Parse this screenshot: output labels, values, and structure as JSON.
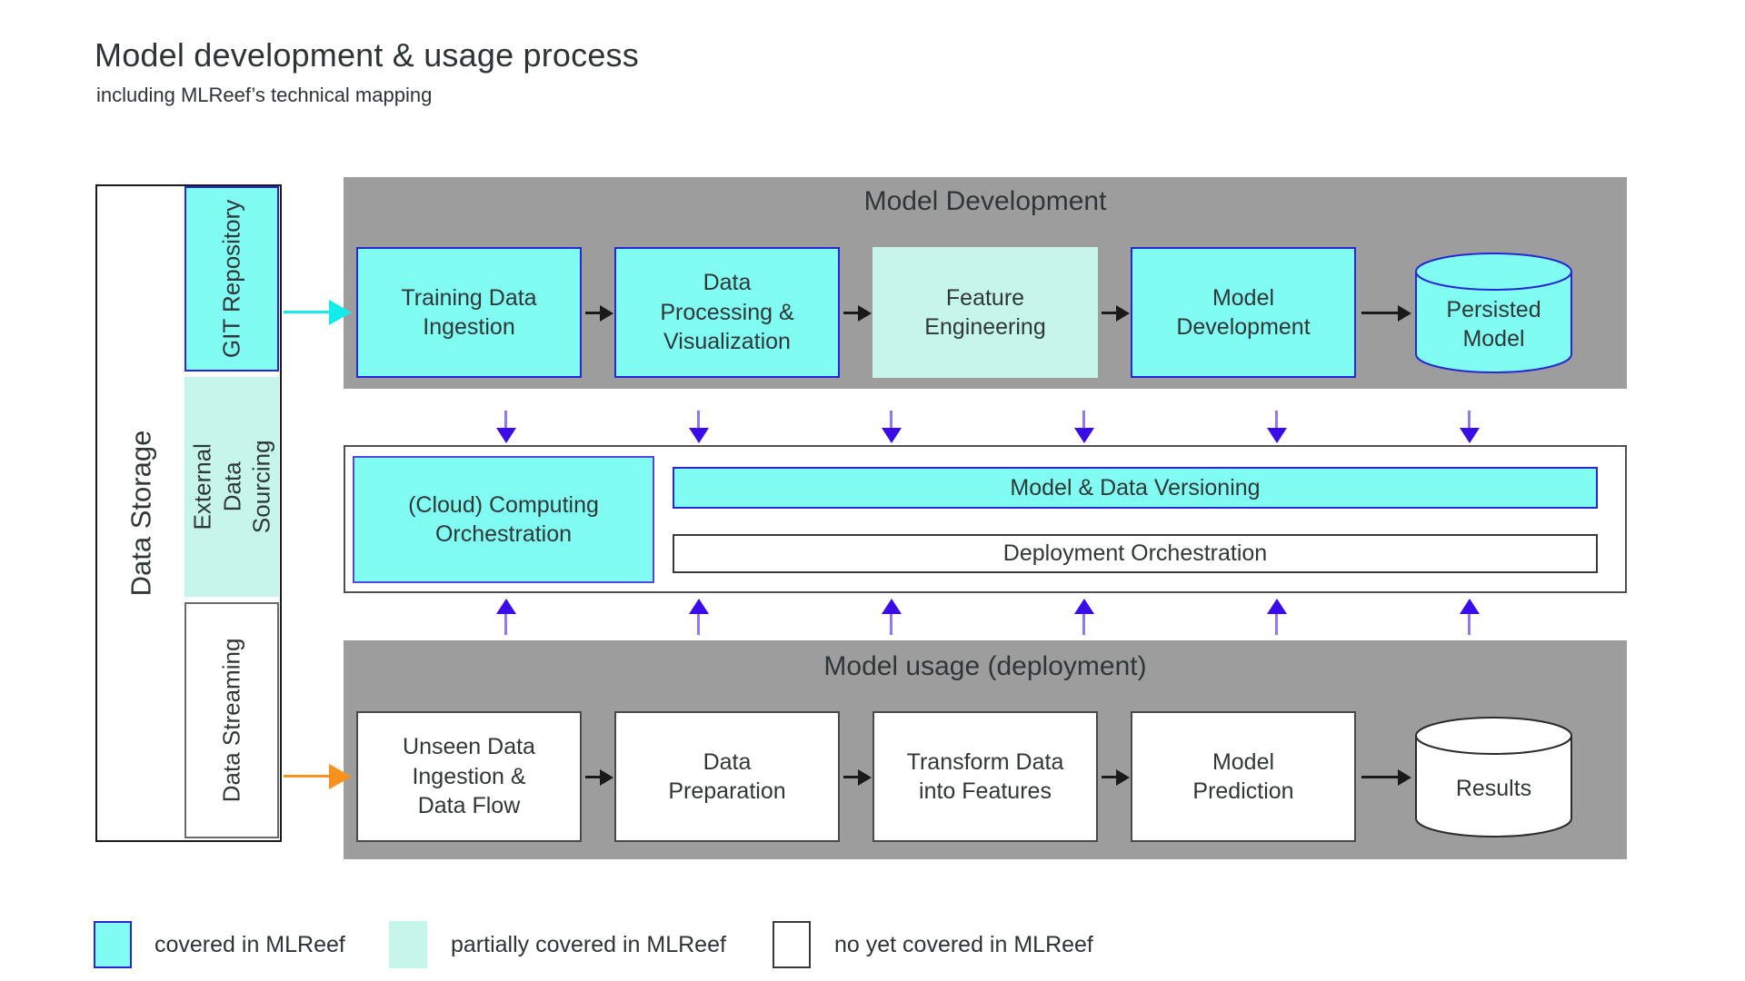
{
  "page": {
    "title": "Model development & usage process",
    "subtitle": "including MLReef’s technical mapping"
  },
  "colors": {
    "covered": "#80fcf3",
    "partially_covered": "#c6f6eb",
    "not_covered": "#ffffff",
    "band_gray": "#9d9d9d",
    "blue_border": "#2727d8",
    "purple_arrow": "#3c0ce8",
    "cyan_arrow": "#14ecec",
    "orange_arrow": "#f9911e"
  },
  "data_storage": {
    "label": "Data Storage",
    "items": [
      {
        "label": "GIT Repository",
        "coverage": "covered"
      },
      {
        "label": "External Data Sourcing",
        "coverage": "partially covered"
      },
      {
        "label": "Data Streaming",
        "coverage": "not covered"
      }
    ]
  },
  "model_development": {
    "title": "Model Development",
    "steps": [
      {
        "label": "Training Data Ingestion",
        "shape": "box",
        "coverage": "covered"
      },
      {
        "label": "Data Processing & Visualization",
        "shape": "box",
        "coverage": "covered"
      },
      {
        "label": "Feature Engineering",
        "shape": "box",
        "coverage": "partially covered"
      },
      {
        "label": "Model Development",
        "shape": "box",
        "coverage": "covered"
      },
      {
        "label": "Persisted Model",
        "shape": "cylinder",
        "coverage": "covered"
      }
    ]
  },
  "orchestration": {
    "cloud": "(Cloud) Computing Orchestration",
    "versioning": "Model & Data Versioning",
    "deployment": "Deployment Orchestration"
  },
  "model_usage": {
    "title": "Model usage (deployment)",
    "steps": [
      {
        "label": "Unseen Data Ingestion & Data Flow",
        "shape": "box",
        "coverage": "not covered"
      },
      {
        "label": "Data Preparation",
        "shape": "box",
        "coverage": "not covered"
      },
      {
        "label": "Transform Data into Features",
        "shape": "box",
        "coverage": "not covered"
      },
      {
        "label": "Model Prediction",
        "shape": "box",
        "coverage": "not covered"
      },
      {
        "label": "Results",
        "shape": "cylinder",
        "coverage": "not covered"
      }
    ]
  },
  "legend": {
    "items": [
      {
        "label": "covered in MLReef",
        "coverage": "covered"
      },
      {
        "label": "partially covered in MLReef",
        "coverage": "partially covered"
      },
      {
        "label": "no yet covered in MLReef",
        "coverage": "not covered"
      }
    ]
  }
}
